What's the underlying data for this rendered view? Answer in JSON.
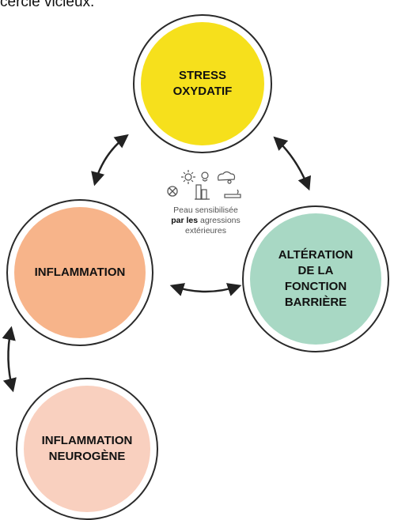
{
  "header_text": "cercle vicieux.",
  "nodes": {
    "stress": {
      "label": "STRESS\nOXYDATIF",
      "color": "#f6e01c"
    },
    "inflammation": {
      "label": "INFLAMMATION",
      "color": "#f7b48a"
    },
    "barriere": {
      "label": "ALTÉRATION\nDE LA\nFONCTION\nBARRIÈRE",
      "color": "#a8d8c4"
    },
    "neurogene": {
      "label": "INFLAMMATION\nNEUROGÈNE",
      "color": "#f9d0bf"
    }
  },
  "center": {
    "line1": "Peau sensibilisée",
    "line2_bold": "par les",
    "line2_rest": " agressions",
    "line3": "extérieures",
    "icons": [
      "pollution-icon",
      "sun-icon",
      "city-icon",
      "smoke-icon",
      "cloud-icon",
      "cigarette-icon"
    ]
  },
  "colors": {
    "ring": "#2a2a2a",
    "arrow": "#222222"
  }
}
